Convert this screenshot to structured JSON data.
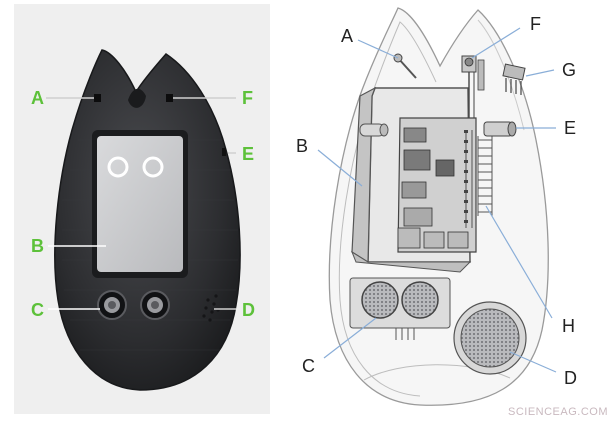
{
  "colors": {
    "left_label": "#5dc13a",
    "right_label": "#222222",
    "device_body": "#2e2f32",
    "leader_right": "#8aaed8",
    "watermark": "#c9b9bf"
  },
  "left_panel": {
    "labels": {
      "A": "A",
      "B": "B",
      "C": "C",
      "D": "D",
      "E": "E",
      "F": "F"
    }
  },
  "right_panel": {
    "labels": {
      "A": "A",
      "B": "B",
      "C": "C",
      "D": "D",
      "E": "E",
      "F": "F",
      "G": "G",
      "H": "H"
    }
  },
  "watermark": "SCIENCEAG.COM"
}
